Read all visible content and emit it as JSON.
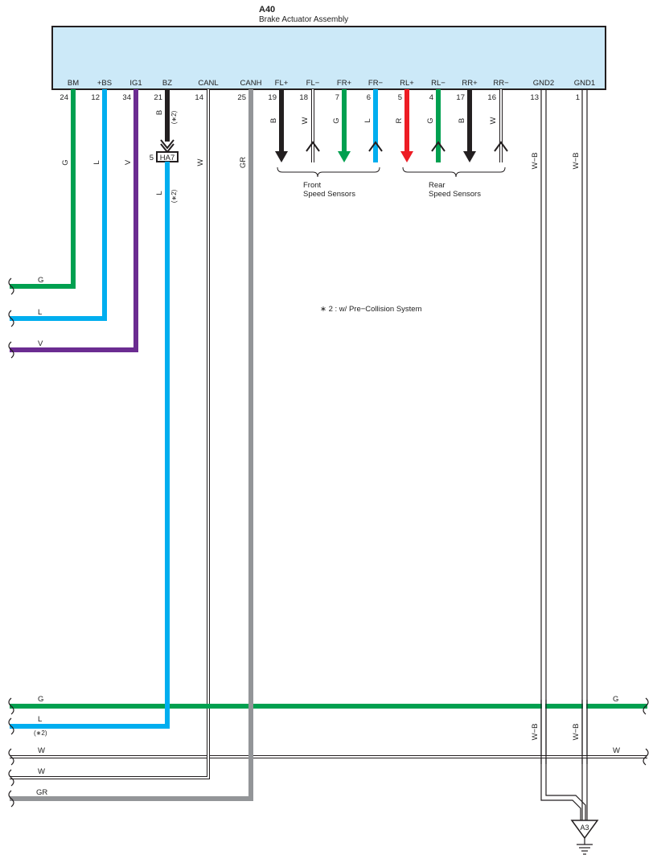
{
  "component": {
    "code": "A40",
    "name": "Brake Actuator Assembly",
    "fill": "#cce9f8"
  },
  "colors": {
    "G": "#00a050",
    "L": "#00aeef",
    "V": "#6b2c91",
    "B": "#231f20",
    "R": "#ed1c24",
    "GR": "#939598",
    "W": "#ffffff",
    "outline": "#231f20"
  },
  "pins": [
    {
      "name": "BM",
      "number": "24",
      "wire": "G"
    },
    {
      "name": "+BS",
      "number": "12",
      "wire": "L"
    },
    {
      "name": "IG1",
      "number": "34",
      "wire": "V"
    },
    {
      "name": "BZ",
      "number": "21",
      "wire": "B"
    },
    {
      "name": "CANL",
      "number": "14",
      "wire": "W"
    },
    {
      "name": "CANH",
      "number": "25",
      "wire": "GR"
    },
    {
      "name": "FL+",
      "number": "19",
      "wire": "B"
    },
    {
      "name": "FL−",
      "number": "18",
      "wire": "W"
    },
    {
      "name": "FR+",
      "number": "7",
      "wire": "G"
    },
    {
      "name": "FR−",
      "number": "6",
      "wire": "L"
    },
    {
      "name": "RL+",
      "number": "5",
      "wire": "R"
    },
    {
      "name": "RL−",
      "number": "4",
      "wire": "G"
    },
    {
      "name": "RR+",
      "number": "17",
      "wire": "B"
    },
    {
      "name": "RR−",
      "number": "16",
      "wire": "W"
    },
    {
      "name": "GND2",
      "number": "13",
      "wire": "W−B"
    },
    {
      "name": "GND1",
      "number": "1",
      "wire": "W−B"
    }
  ],
  "sensor_groups": [
    {
      "line1": "Front",
      "line2": "Speed Sensors"
    },
    {
      "line1": "Rear",
      "line2": "Speed Sensors"
    }
  ],
  "connector": {
    "pin": "5",
    "label": "HA7"
  },
  "option_mark": "(∗2)",
  "note": "∗ 2 : w/ Pre−Collision System",
  "left_labels": [
    "G",
    "L",
    "V",
    "G",
    "L",
    "W",
    "W",
    "GR"
  ],
  "right_labels": [
    "G",
    "W"
  ],
  "ground": {
    "label": "A3"
  }
}
